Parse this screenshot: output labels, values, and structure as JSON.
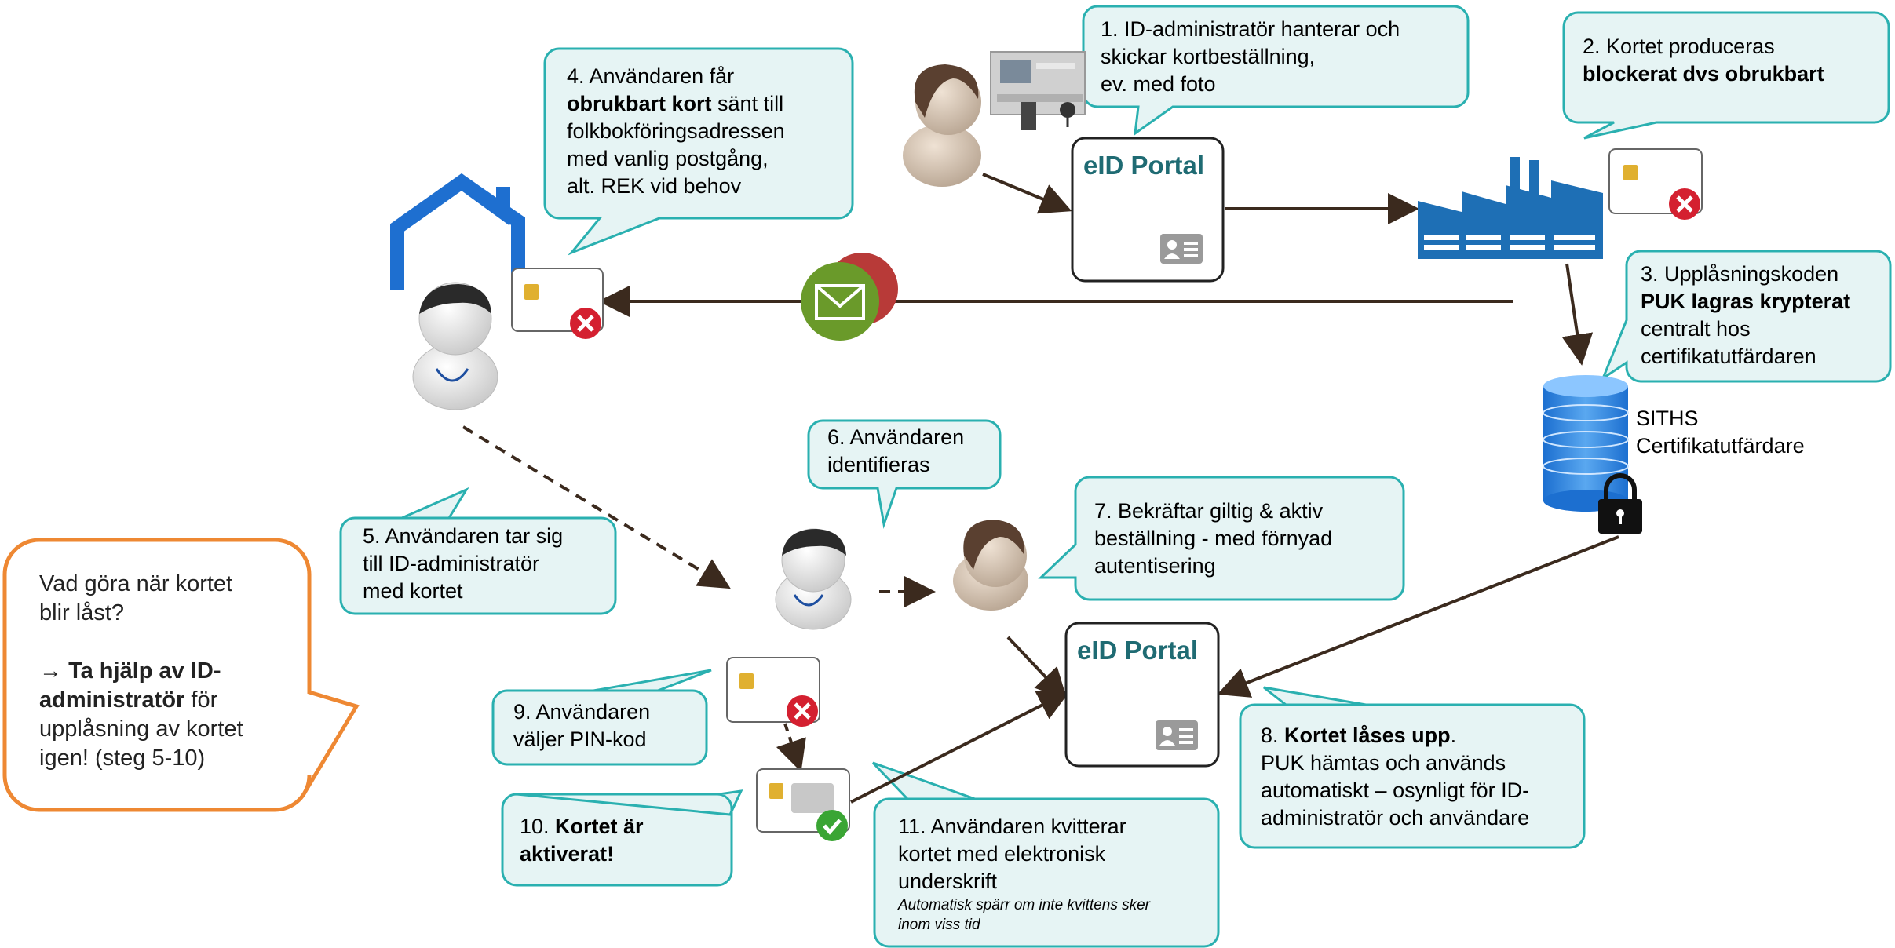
{
  "steps": {
    "s1": {
      "l1": "1. ID-administratör hanterar och",
      "l2": "skickar kortbeställning,",
      "l3": "ev. med foto"
    },
    "s2": {
      "l1": "2. Kortet produceras",
      "l2": "blockerat dvs obrukbart"
    },
    "s3": {
      "l1": "3. Upplåsningskoden",
      "l2": "PUK lagras krypterat",
      "l3": "centralt hos",
      "l4": "certifikatutfärdaren"
    },
    "s4": {
      "l1": "4. Användaren får",
      "l2b": "obrukbart kort",
      "l2": " sänt till",
      "l3": "folkbokföringsadressen",
      "l4": "med vanlig postgång,",
      "l5": "alt. REK vid behov"
    },
    "s5": {
      "l1": "5. Användaren tar sig",
      "l2": "till ID-administratör",
      "l3": "med kortet"
    },
    "s6": {
      "l1": "6. Användaren",
      "l2": "identifieras"
    },
    "s7": {
      "l1": "7. Bekräftar giltig & aktiv",
      "l2": "beställning - med förnyad",
      "l3": "autentisering"
    },
    "s8": {
      "l1a": "8. ",
      "l1b": "Kortet låses upp",
      "l1c": ".",
      "l2": "PUK hämtas och används",
      "l3": "automatiskt – osynligt för ID-",
      "l4": "administratör och användare"
    },
    "s9": {
      "l1": "9. Användaren",
      "l2": "väljer PIN-kod"
    },
    "s10": {
      "l1a": "10. ",
      "l1b": "Kortet är",
      "l2b": "aktiverat!"
    },
    "s11": {
      "l1": "11. Användaren kvitterar",
      "l2": "kortet med elektronisk",
      "l3": "underskrift",
      "note1": "Automatisk spärr om inte kvittens sker",
      "note2": "inom viss tid"
    }
  },
  "help": {
    "l1": "Vad göra när kortet",
    "l2": "blir låst?",
    "l3a": "→ ",
    "l3b": "Ta hjälp av ID-",
    "l4b": "administratör",
    "l4": " för",
    "l5": "upplåsning av kortet",
    "l6": "igen! (steg 5-10)"
  },
  "portal_top": "eID Portal",
  "portal_bottom": "eID Portal",
  "siths": {
    "l1": "SITHS",
    "l2": "Certifikatutfärdare"
  },
  "colors": {
    "bubble_fill": "#e6f4f4",
    "bubble_stroke": "#2ab0b0",
    "help_stroke": "#ee8833",
    "arrow": "#3b2a1e",
    "factory": "#1e6fb5",
    "portal_title": "#1f6b73",
    "red_x": "#d42030",
    "green_check": "#3aa534"
  }
}
